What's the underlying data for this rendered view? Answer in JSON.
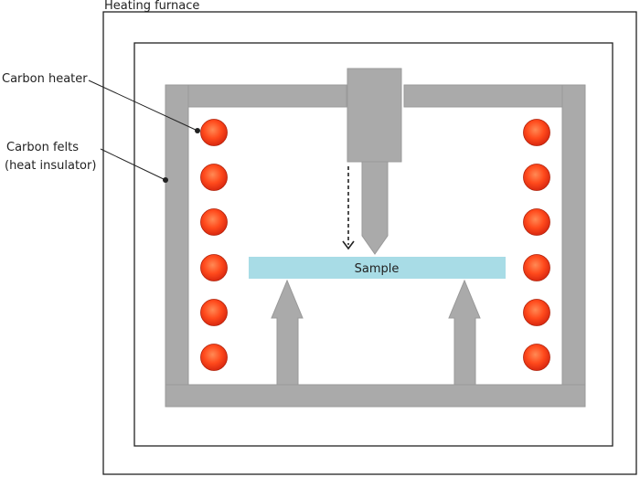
{
  "labels": {
    "furnace": "Heating furnace",
    "heater": "Carbon heater",
    "felts_line1": "Carbon felts",
    "felts_line2": "(heat insulator)",
    "sample": "Sample"
  },
  "colors": {
    "felt": "#aaaaaa",
    "felt_edge": "#8c8c8c",
    "heater_inner": "#ff5a2a",
    "heater_outer": "#e02810",
    "sample": "#a8dce6",
    "line": "#222222"
  },
  "heater_count_per_side": 6
}
